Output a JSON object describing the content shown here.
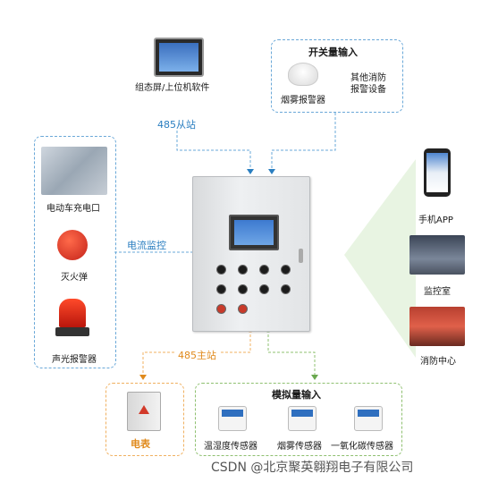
{
  "labels": {
    "hmi": "组态屏/上位机软件",
    "slave485": "485从站",
    "switch_input": "开关量输入",
    "smoke_alarm_top": "烟雾报警器",
    "other_fire": "其他消防报警设备",
    "ev_charger": "电动车充电口",
    "extinguisher": "灭火弹",
    "sound_light": "声光报警器",
    "current_monitor": "电流监控",
    "master485": "485主站",
    "meter": "电表",
    "analog_input": "模拟量输入",
    "temp_humid": "温湿度传感器",
    "smoke_sensor": "烟雾传感器",
    "co_sensor": "一氧化碳传感器",
    "phone_app": "手机APP",
    "monitor_room": "监控室",
    "fire_center": "消防中心",
    "watermark": "CSDN @北京聚英翱翔电子有限公司"
  },
  "colors": {
    "blue": "#2a7ec0",
    "orange": "#e08a1c",
    "green": "#6aa84f"
  }
}
